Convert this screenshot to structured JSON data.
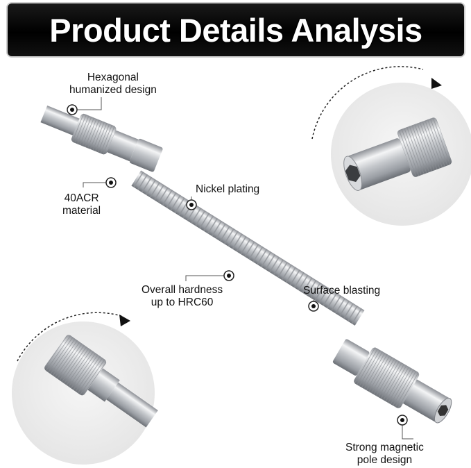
{
  "banner": {
    "title": "Product Details Analysis"
  },
  "callouts": {
    "hex_design": {
      "line1": "Hexagonal",
      "line2": "humanized design"
    },
    "material": {
      "line1": "40ACR",
      "line2": "material"
    },
    "nickel": {
      "line1": "Nickel plating"
    },
    "hardness": {
      "line1": "Overall hardness",
      "line2": "up to HRC60"
    },
    "blasting": {
      "line1": "Surface blasting"
    },
    "magnetic": {
      "line1": "Strong magnetic",
      "line2": "pole design"
    }
  },
  "icons": [
    "callout-dot-icon",
    "rotation-arrow-icon"
  ],
  "colors": {
    "banner_bg": "#000000",
    "banner_text": "#ffffff",
    "metal": "#c9ccd0",
    "circle_bg": "#ebebeb"
  }
}
